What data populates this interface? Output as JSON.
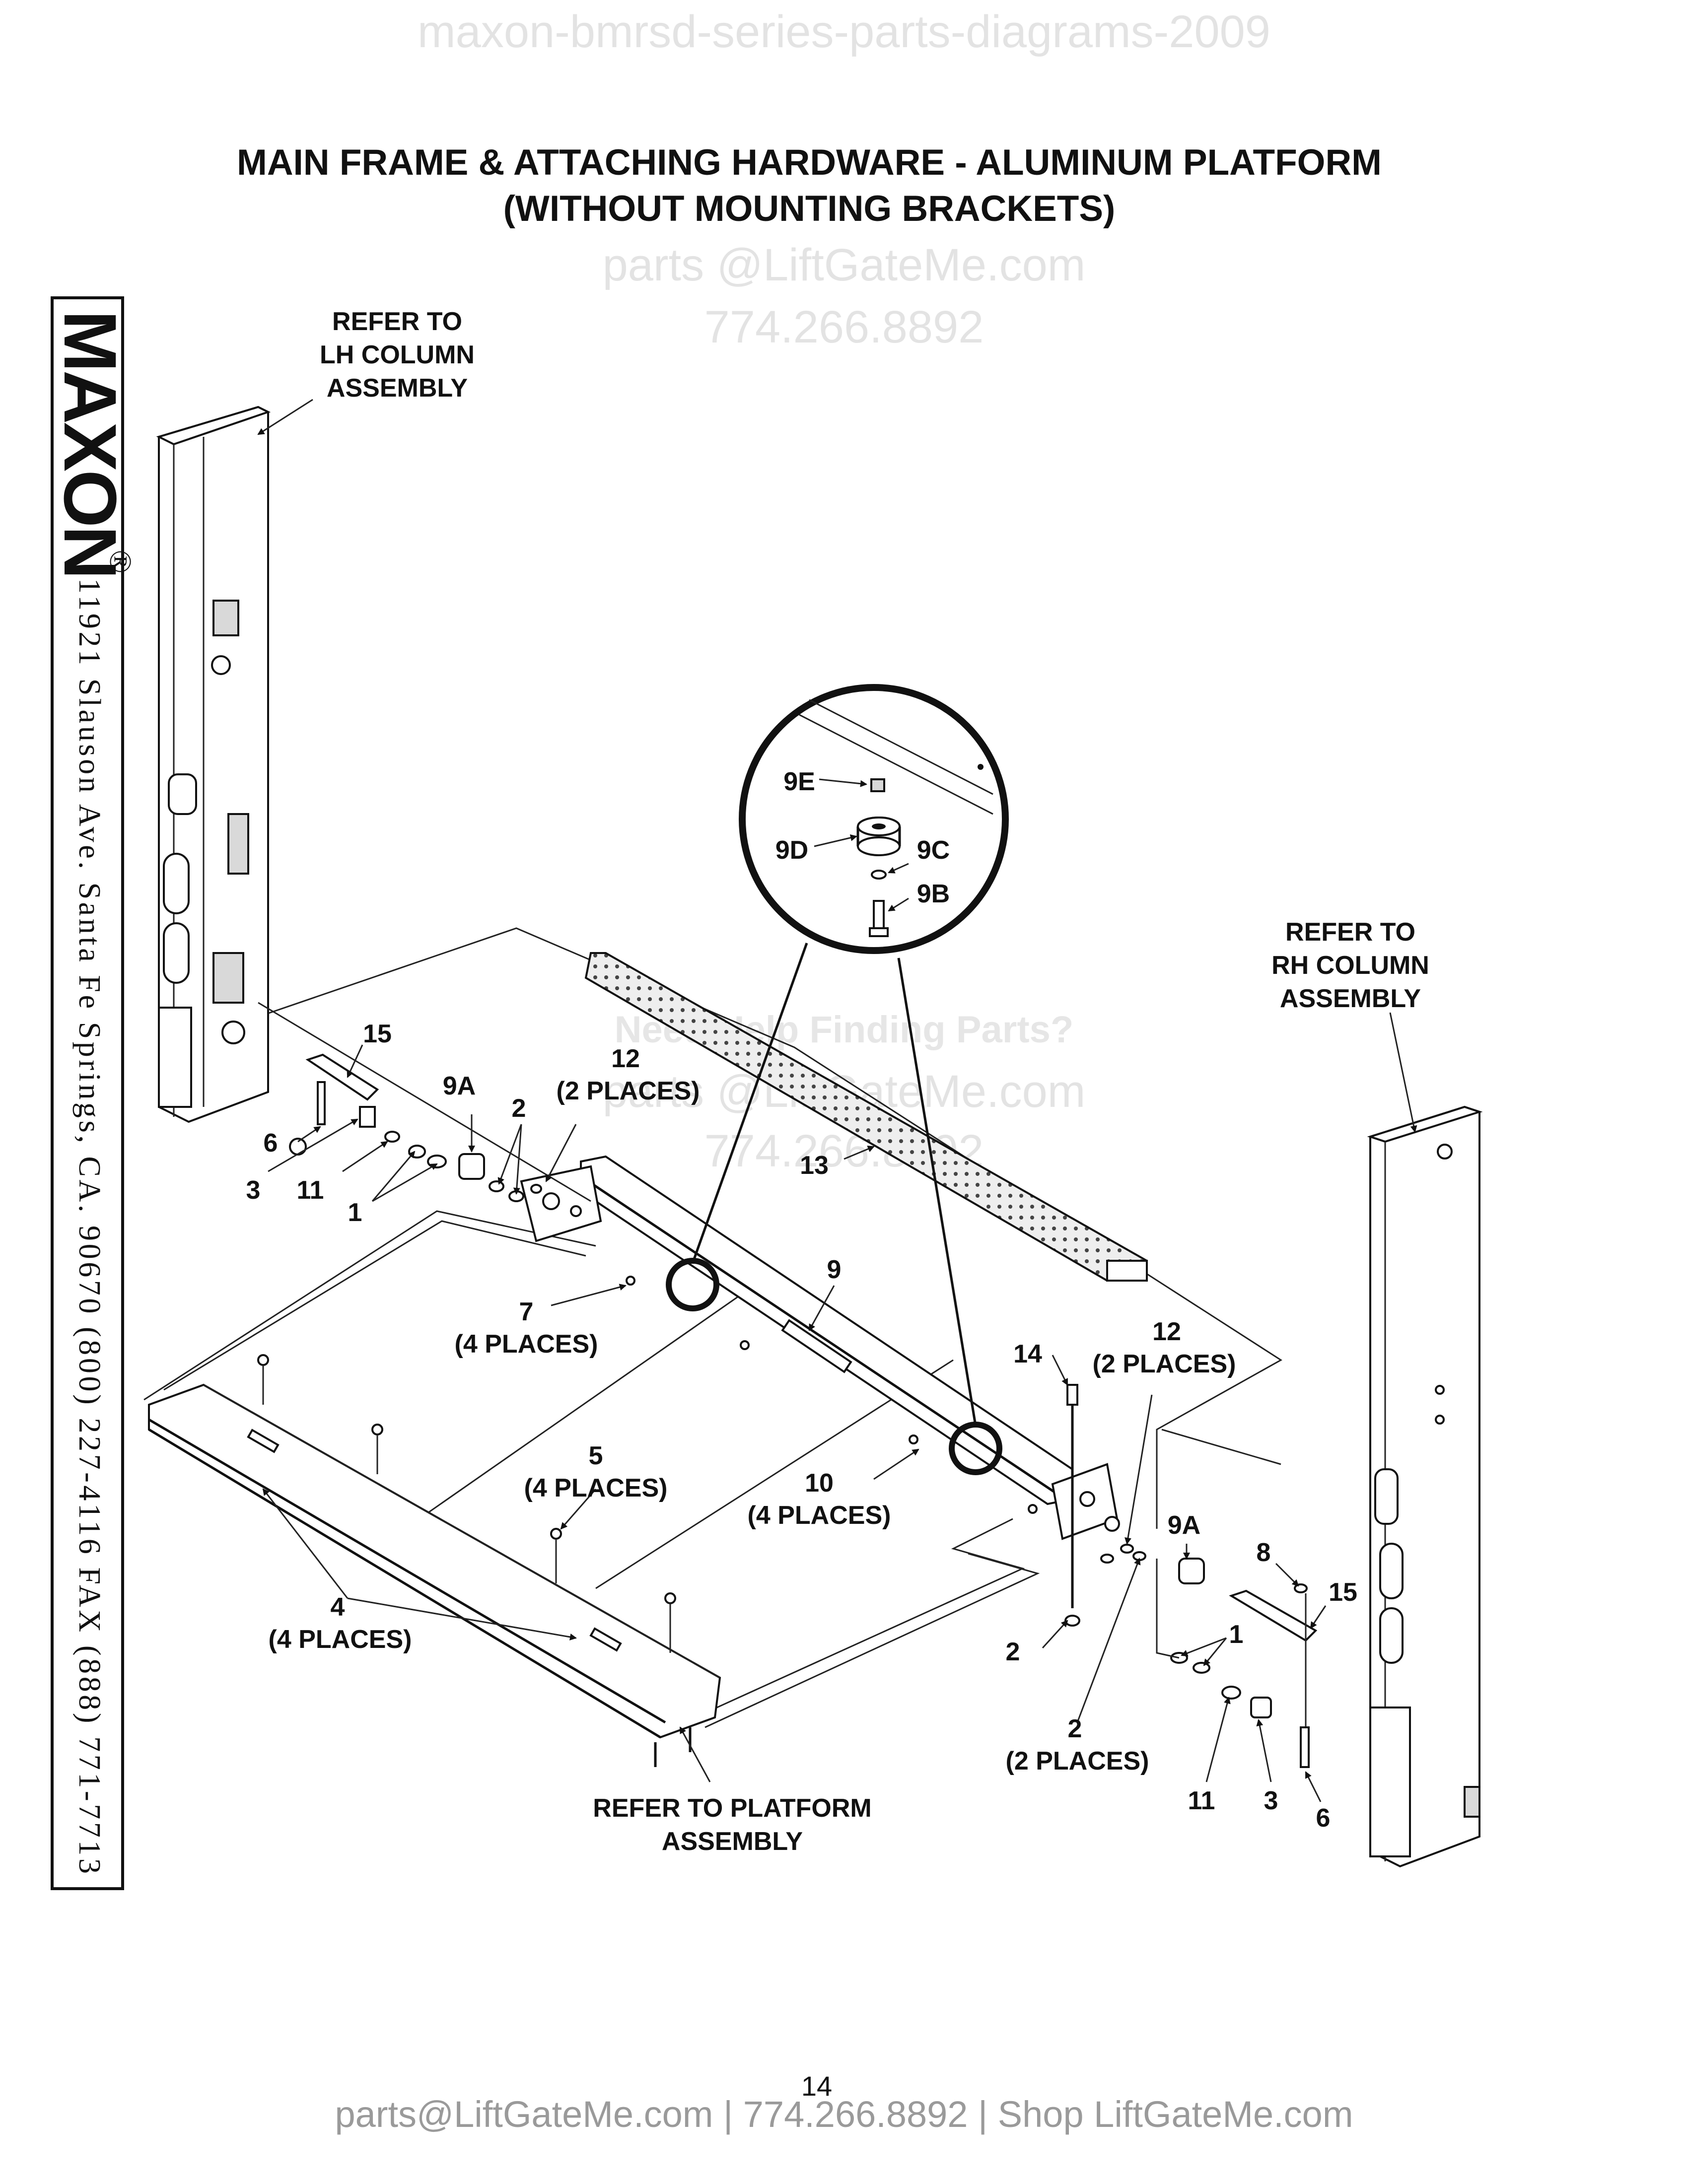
{
  "watermarks": {
    "top": "maxon-bmrsd-series-parts-diagrams-2009",
    "email": "parts @LiftGateMe.com",
    "phone": "774.266.8892",
    "help": "Need Help Finding Parts?",
    "email2": "parts @LiftGateMe.com",
    "phone2": "774.266.8892"
  },
  "title": {
    "line1": "MAIN FRAME & ATTACHING HARDWARE - ALUMINUM PLATFORM",
    "line2": "(WITHOUT MOUNTING BRACKETS)"
  },
  "sidebar": {
    "brand": "MAXON",
    "registered": "®",
    "address": "11921 Slauson Ave.  Santa Fe Springs, CA.  90670  (800) 227-4116  FAX (888) 771-7713"
  },
  "notes": {
    "lh_column": [
      "REFER TO",
      "LH COLUMN",
      "ASSEMBLY"
    ],
    "rh_column": [
      "REFER TO",
      "RH COLUMN",
      "ASSEMBLY"
    ],
    "platform": [
      "REFER TO PLATFORM",
      "ASSEMBLY"
    ]
  },
  "labels": {
    "l15a": "15",
    "l6a": "6",
    "l3a": "3",
    "l11a": "11",
    "l1a": "1",
    "l9Aa": "9A",
    "l2a": "2",
    "l12a": "12",
    "l12a_places": "(2 PLACES)",
    "l13": "13",
    "l9": "9",
    "l7": "7",
    "l7_places": "(4 PLACES)",
    "l5": "5",
    "l5_places": "(4 PLACES)",
    "l10": "10",
    "l10_places": "(4 PLACES)",
    "l4": "4",
    "l4_places": "(4 PLACES)",
    "l14": "14",
    "l12b": "12",
    "l12b_places": "(2 PLACES)",
    "l9Ab": "9A",
    "l8": "8",
    "l15b": "15",
    "l1b": "1",
    "l2b": "2",
    "l2c": "2",
    "l2c_places": "(2 PLACES)",
    "l11b": "11",
    "l3b": "3",
    "l6b": "6",
    "l9E": "9E",
    "l9D": "9D",
    "l9C": "9C",
    "l9B": "9B"
  },
  "footer": {
    "page_number": "14",
    "contact": "parts@LiftGateMe.com | 774.266.8892 | Shop LiftGateMe.com"
  }
}
